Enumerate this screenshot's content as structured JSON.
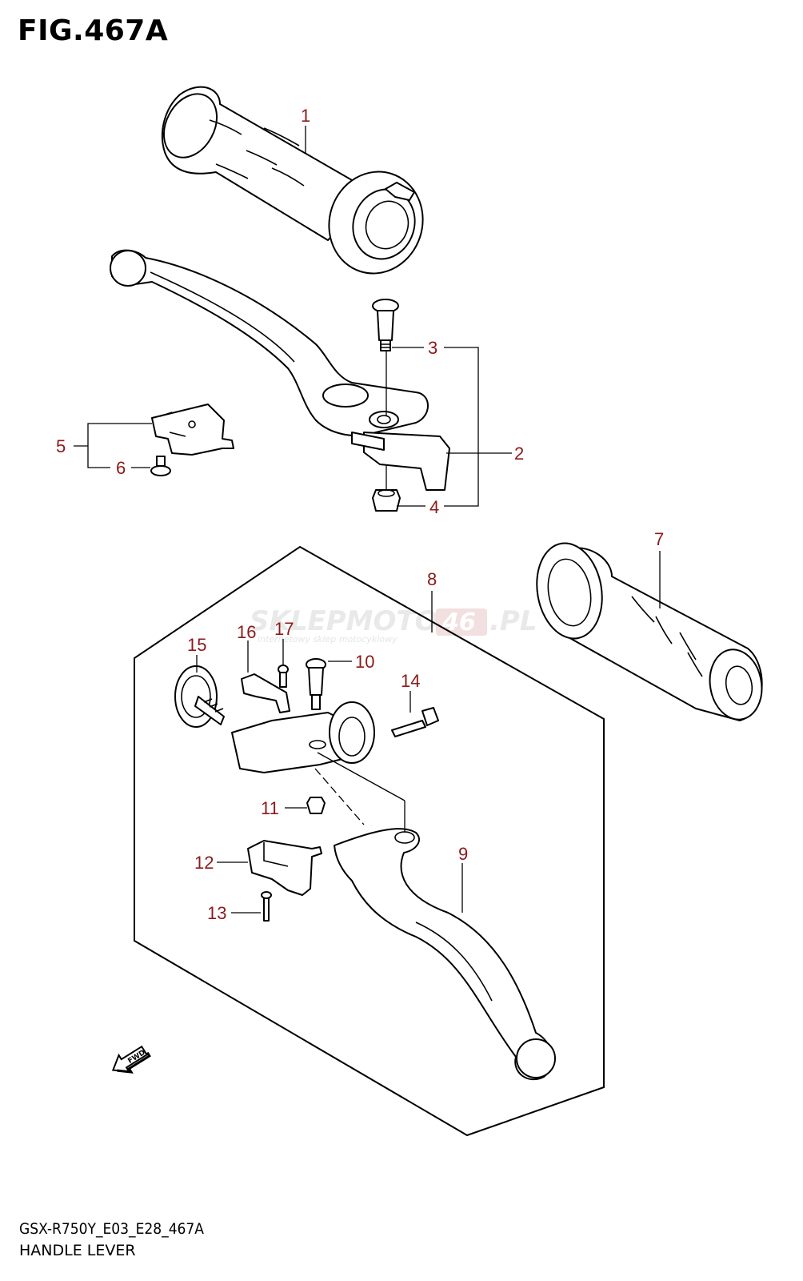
{
  "figure": {
    "title": "FIG.467A",
    "model_code": "GSX-R750Y_E03_E28_467A",
    "caption": "HANDLE LEVER"
  },
  "watermark": {
    "brand_a": "SKLEPMOTO",
    "brand_b": "46",
    "brand_c": ".PL",
    "tagline": "internetowy sklep motocyklowy"
  },
  "fwd_label": "FWD",
  "callouts": [
    "1",
    "2",
    "3",
    "4",
    "5",
    "6",
    "7",
    "8",
    "9",
    "10",
    "11",
    "12",
    "13",
    "14",
    "15",
    "16",
    "17"
  ],
  "colors": {
    "callout": "#8b1a1a",
    "line": "#000000",
    "watermark": "#d9d9d9"
  }
}
